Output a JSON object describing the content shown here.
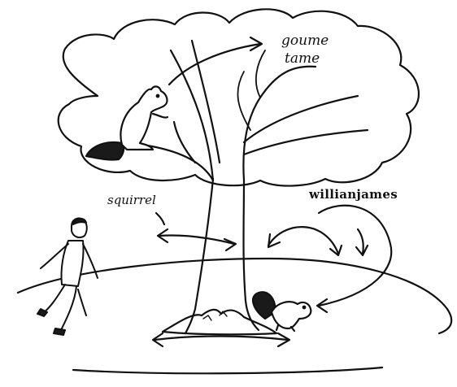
{
  "labels": {
    "goume": "goume",
    "tame": "tame",
    "squirrel": "squirrel",
    "william": "willianjames"
  },
  "colors": {
    "ink": "#111111",
    "paper": "#ffffff",
    "squirrel_fill": "#1a1a1a"
  }
}
